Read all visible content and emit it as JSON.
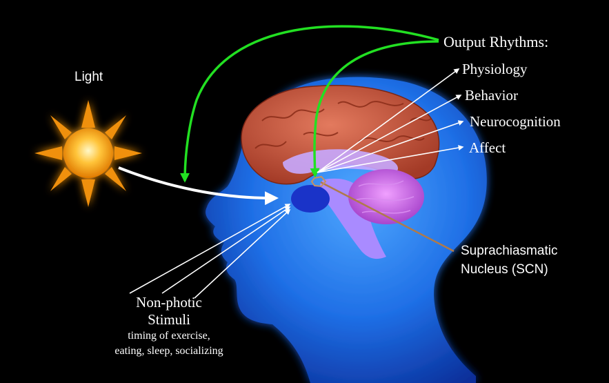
{
  "light_label": "Light",
  "output": {
    "heading": "Output Rhythms:",
    "items": [
      "Physiology",
      "Behavior",
      "Neurocognition",
      "Affect"
    ]
  },
  "scn_label": {
    "line1": "Suprachiasmatic",
    "line2": "Nucleus (SCN)"
  },
  "nonphotic": {
    "line1": "Non-photic",
    "line2": "Stimuli",
    "line3": "timing of exercise,",
    "line4": "eating, sleep, socializing"
  },
  "colors": {
    "background": "#000000",
    "head": "#1e6fe0",
    "cerebrum": "#c0503a",
    "cerebellum": "#c04fd8",
    "green_arrow": "#22e022",
    "scn_line": "#b07a4a",
    "sun": "#ffb020"
  }
}
